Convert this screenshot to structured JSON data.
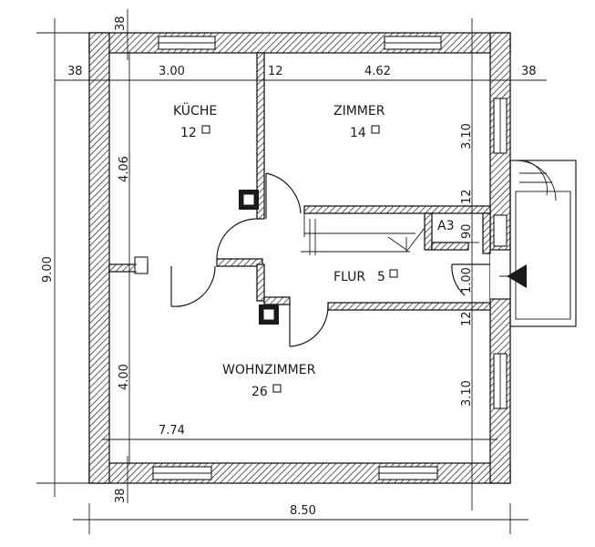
{
  "rooms": {
    "kueche": {
      "name": "KÜCHE",
      "area": "12"
    },
    "zimmer": {
      "name": "ZIMMER",
      "area": "14"
    },
    "flur": {
      "name": "FLUR",
      "area": "5"
    },
    "wohnzimmer": {
      "name": "WOHNZIMMER",
      "area": "26"
    },
    "abstell": {
      "name": "A3"
    }
  },
  "dimensions": {
    "top_wall": "38",
    "left_wall_top": "38",
    "kueche_width": "3.00",
    "inner_wall": "12",
    "zimmer_width": "4.62",
    "right_wall_top": "38",
    "kueche_depth": "4.06",
    "zimmer_depth": "3.10",
    "flur_wall_upper": "12",
    "abstell_depth": "90",
    "flur_depth": "1.00",
    "flur_wall_lower": "12",
    "total_height": "9.00",
    "wohnzimmer_depth_left": "4.00",
    "wohnzimmer_depth_right": "3.10",
    "wohnzimmer_width": "7.74",
    "bottom_wall": "38",
    "total_width": "8.50"
  },
  "colors": {
    "ink": "#1a1a1a",
    "paper": "#ffffff"
  }
}
